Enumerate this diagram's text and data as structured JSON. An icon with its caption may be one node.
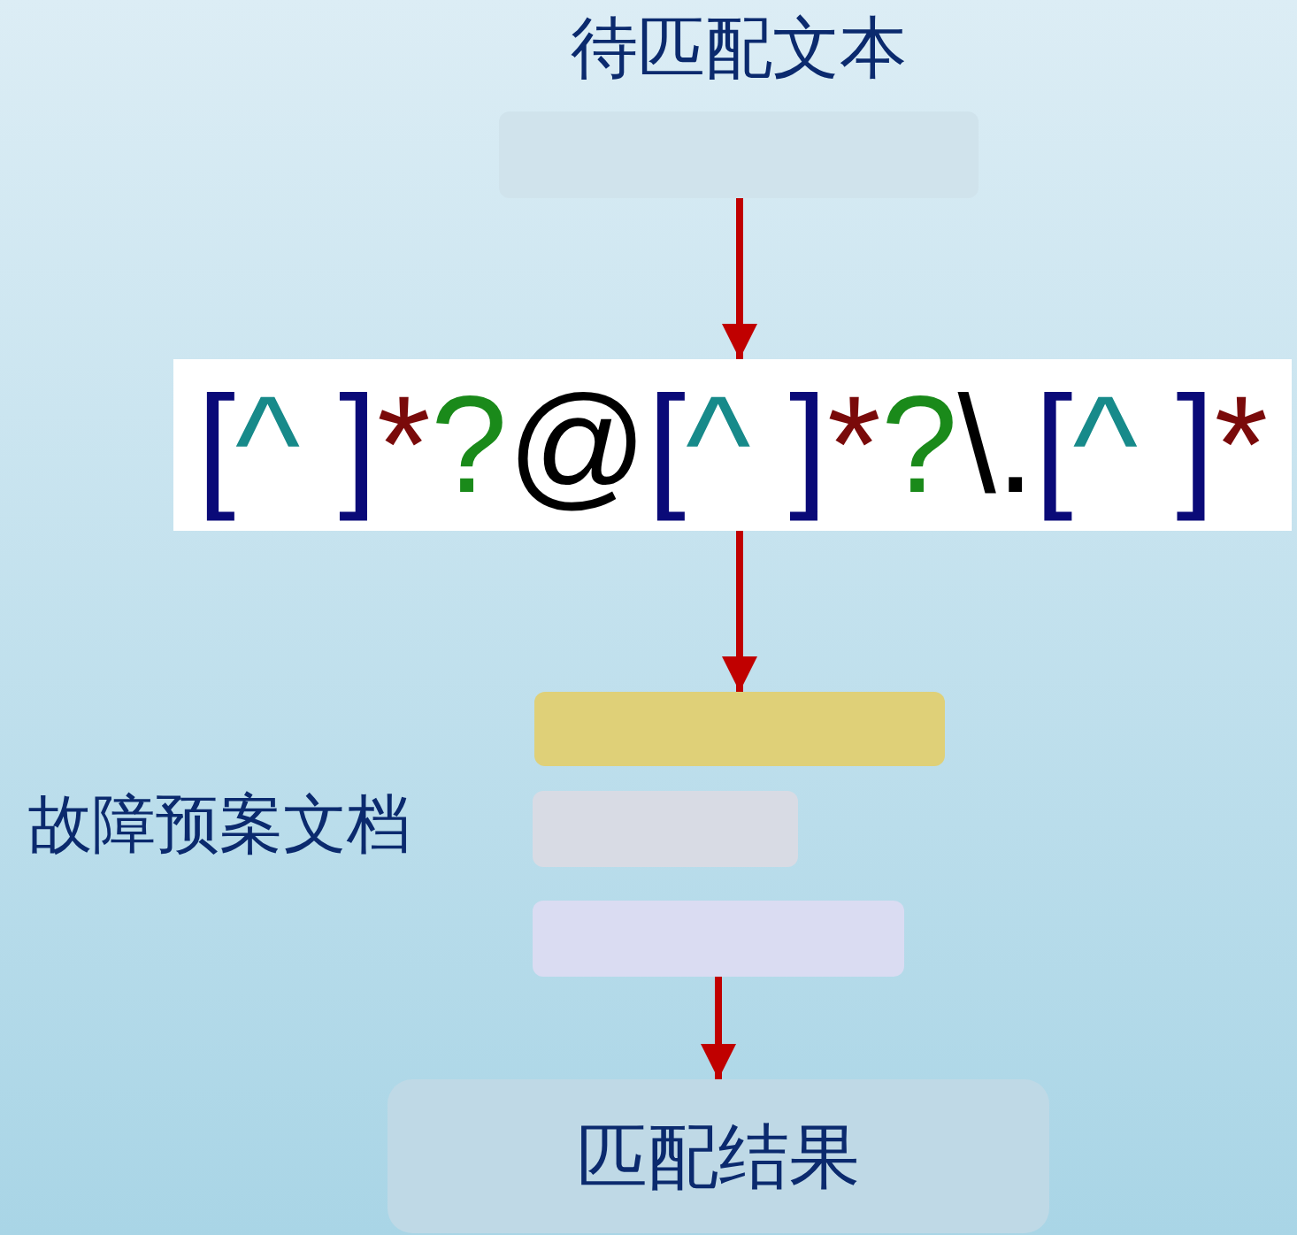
{
  "diagram": {
    "nodes": [
      {
        "text": [
          "待匹配文本"
        ]
      },
      {
        "text": [
          "[^ ]*?@[^ ]*?\\.[^ ]*"
        ]
      },
      {
        "text": [],
        "shape": "bar"
      },
      {
        "text": [],
        "shape": "bar",
        "beside": [
          "故障预案文档"
        ]
      },
      {
        "text": [],
        "shape": "bar"
      },
      {
        "text": [
          "匹配结果"
        ]
      }
    ],
    "edges": [
      {
        "from": 0,
        "to": 1,
        "arrow": "to"
      },
      {
        "from": 1,
        "to": 2,
        "arrow": "to"
      },
      {
        "from": 4,
        "to": 5,
        "arrow": "to"
      }
    ]
  }
}
